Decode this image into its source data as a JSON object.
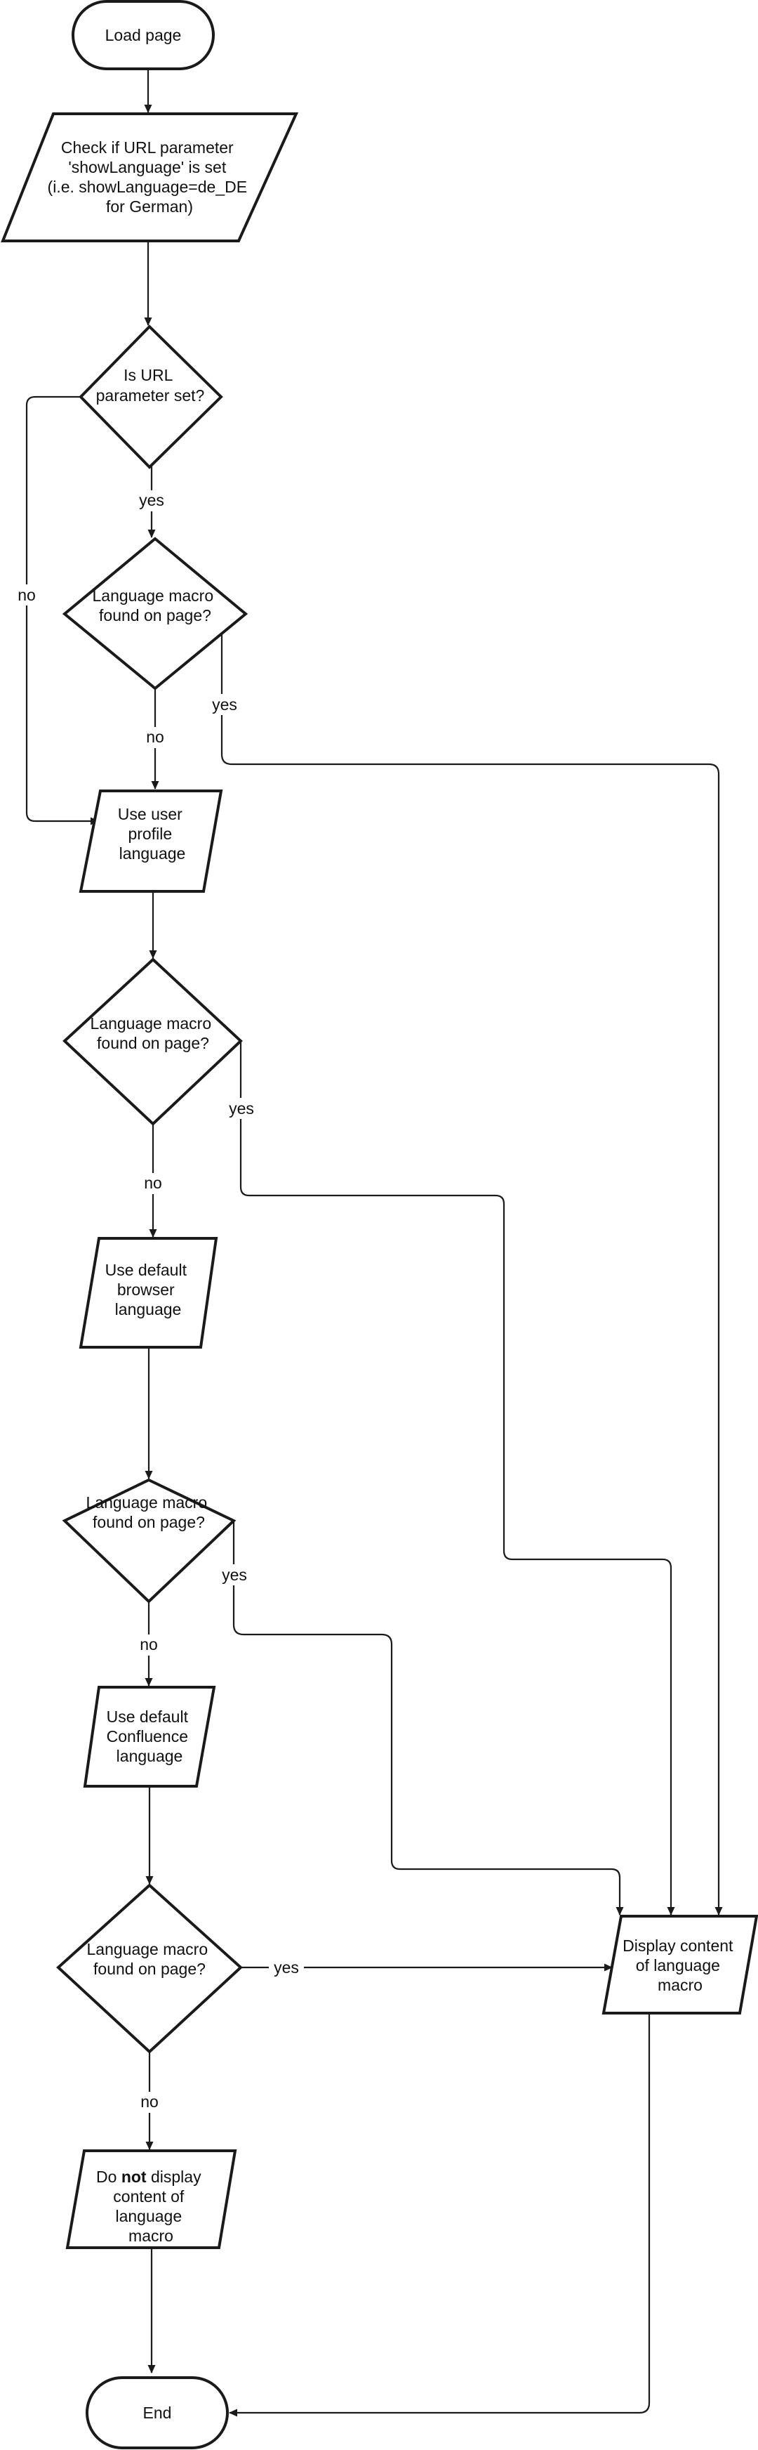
{
  "nodes": {
    "load_page": {
      "lines": [
        "Load page"
      ]
    },
    "check_param": {
      "lines": [
        "Check if URL parameter",
        "'showLanguage' is set",
        "(i.e. showLanguage=de_DE",
        "for German)"
      ]
    },
    "is_param_set": {
      "lines": [
        "Is URL",
        "parameter set?"
      ]
    },
    "macro_found_1": {
      "lines": [
        "Language macro",
        "found on page?"
      ]
    },
    "use_profile": {
      "lines": [
        "Use user",
        "profile",
        "language"
      ]
    },
    "macro_found_2": {
      "lines": [
        "Language macro",
        "found on page?"
      ]
    },
    "use_browser": {
      "lines": [
        "Use default",
        "browser",
        "language"
      ]
    },
    "macro_found_3": {
      "lines": [
        "Language macro",
        "found on page?"
      ]
    },
    "use_confluence": {
      "lines": [
        "Use default",
        "Confluence",
        "language"
      ]
    },
    "macro_found_4": {
      "lines": [
        "Language macro",
        "found on page?"
      ]
    },
    "display_content": {
      "lines": [
        "Display content",
        "of language",
        "macro"
      ]
    },
    "not_display": {
      "first_line_prefix": "Do ",
      "first_line_bold": "not",
      "first_line_suffix": " display",
      "lines": [
        "content of",
        "language",
        "macro"
      ]
    },
    "end": {
      "lines": [
        "End"
      ]
    }
  },
  "edge_labels": {
    "param_yes": "yes",
    "param_no": "no",
    "m1_yes": "yes",
    "m1_no": "no",
    "m2_yes": "yes",
    "m2_no": "no",
    "m3_yes": "yes",
    "m3_no": "no",
    "m4_yes": "yes",
    "m4_no": "no"
  }
}
